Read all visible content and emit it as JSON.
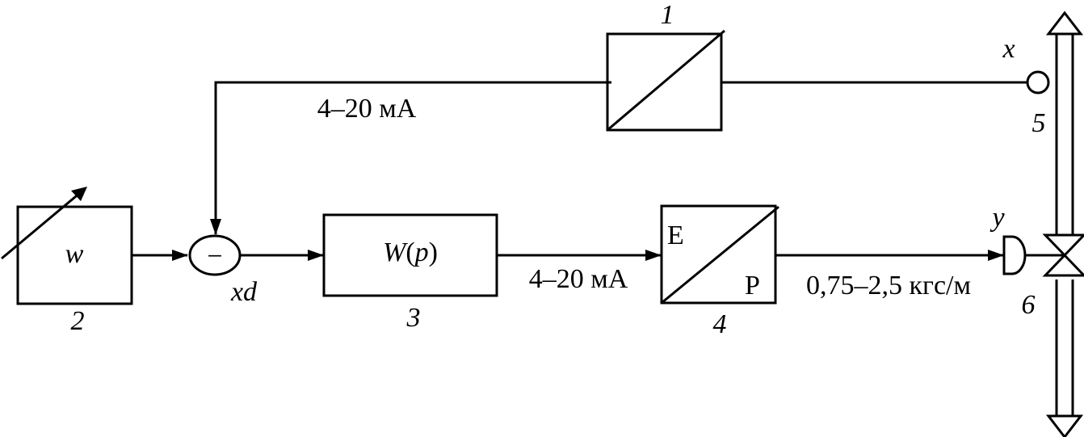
{
  "blocks": {
    "sensor": {
      "number": "1"
    },
    "setpoint": {
      "label": "w",
      "number": "2"
    },
    "comparator": {
      "symbol": "−",
      "output_label": "xd"
    },
    "controller": {
      "label_w": "W",
      "label_p": "p",
      "paren_open": "(",
      "paren_close": ")",
      "number": "3"
    },
    "converter": {
      "input_label": "E",
      "output_label": "P",
      "number": "4"
    },
    "pipe": {
      "sensor_number": "5",
      "valve_number": "6"
    }
  },
  "signals": {
    "feedback_current": "4–20 мА",
    "controller_current": "4–20 мА",
    "pneumatic_pressure": "0,75–2,5 кгс/м",
    "measured_variable": "x",
    "control_action": "y"
  },
  "colors": {
    "stroke": "#000000",
    "background": "#ffffff"
  }
}
